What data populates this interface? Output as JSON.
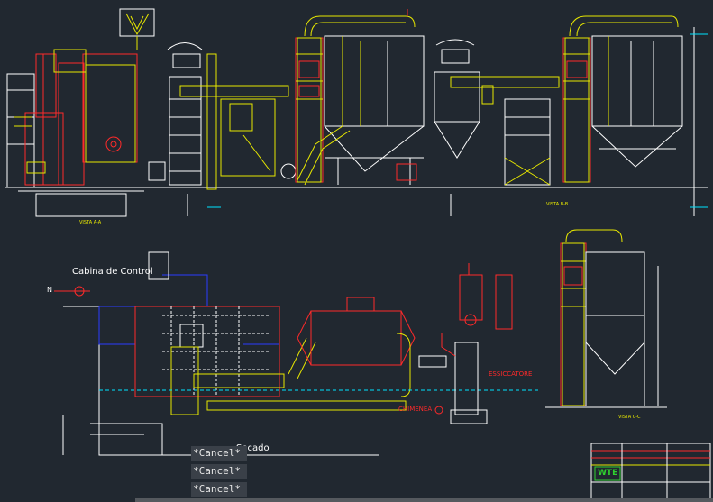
{
  "app": {
    "title": "CAD drawing viewer"
  },
  "labels": {
    "view_aa": "VISTA A-A",
    "view_bb": "VISTA B-B",
    "view_cc": "VISTA C-C",
    "cabina": "Cabina de Control",
    "essiccatore": "ESSICCATORE",
    "chimenea": "CHIMENEA",
    "secado": "Secado",
    "north": "N",
    "title_block_logo": "WTE"
  },
  "command_line": {
    "entries": [
      "*Cancel*",
      "*Cancel*",
      "*Cancel*"
    ]
  },
  "colors": {
    "background": "#212830",
    "yellow": "#e8e800",
    "red": "#ff2a2a",
    "white": "#ffffff",
    "cyan": "#00e5ff",
    "blue": "#2a3cff",
    "green": "#2fd02f"
  }
}
